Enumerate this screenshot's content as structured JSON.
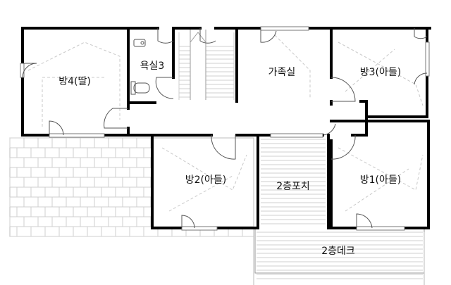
{
  "floor_plan": {
    "rooms": {
      "bedroom4": "방4(딸)",
      "bathroom3": "욕실3",
      "family_room": "가족실",
      "bedroom3": "방3(아들)",
      "bedroom2": "방2(아들)",
      "porch": "2층포치",
      "bedroom1": "방1(아들)",
      "deck": "2층데크"
    }
  }
}
